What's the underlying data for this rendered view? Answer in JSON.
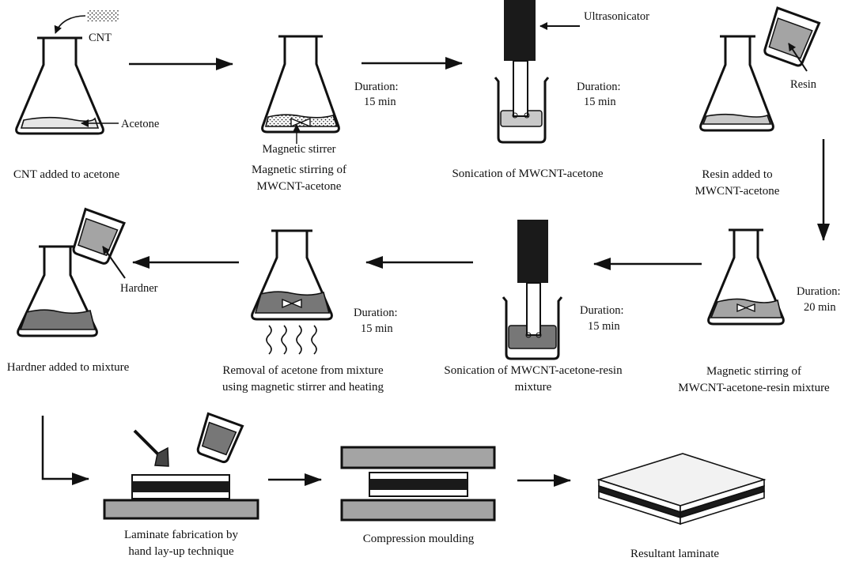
{
  "colors": {
    "stroke": "#111111",
    "liquid_light": "#e6e6e6",
    "liquid_mid": "#c9c9c9",
    "liquid_dark": "#777777",
    "plate_gray": "#a4a4a4",
    "probe_black": "#1a1a1a",
    "laminate_top": "#f2f2f2"
  },
  "icons": [
    "flask-icon",
    "beaker-icon",
    "ultrasonicator-probe-icon",
    "pouring-cup-icon",
    "stir-bar-icon",
    "heat-waves-icon",
    "brush-icon",
    "mould-plate-icon",
    "laminate-icon"
  ],
  "steps": [
    {
      "caption": [
        "CNT added to acetone"
      ],
      "labels": {
        "cnt": "CNT",
        "acetone": "Acetone"
      }
    },
    {
      "caption": [
        "Magnetic stirring of",
        "MWCNT-acetone"
      ],
      "labels": {
        "stirrer": "Magnetic stirrer"
      }
    },
    {
      "caption": [
        "Sonication of MWCNT-acetone"
      ],
      "labels": {
        "ultrasonicator": "Ultrasonicator"
      }
    },
    {
      "caption": [
        "Resin added to",
        "MWCNT-acetone"
      ],
      "labels": {
        "resin": "Resin"
      }
    },
    {
      "caption": [
        "Magnetic stirring of",
        "MWCNT-acetone-resin mixture"
      ]
    },
    {
      "caption": [
        "Sonication of MWCNT-acetone-resin",
        "mixture"
      ]
    },
    {
      "caption": [
        "Removal of acetone from mixture",
        "using magnetic stirrer and heating"
      ]
    },
    {
      "caption": [
        "Hardner added to mixture"
      ],
      "labels": {
        "hardner": "Hardner"
      }
    },
    {
      "caption": [
        "Laminate fabrication by",
        "hand lay-up technique"
      ]
    },
    {
      "caption": [
        "Compression moulding"
      ]
    },
    {
      "caption": [
        "Resultant laminate"
      ]
    }
  ],
  "durations": {
    "a": [
      "Duration:",
      "15 min"
    ],
    "b": [
      "Duration:",
      "15 min"
    ],
    "c": [
      "Duration:",
      "20 min"
    ],
    "d": [
      "Duration:",
      "15 min"
    ],
    "e": [
      "Duration:",
      "15 min"
    ]
  }
}
